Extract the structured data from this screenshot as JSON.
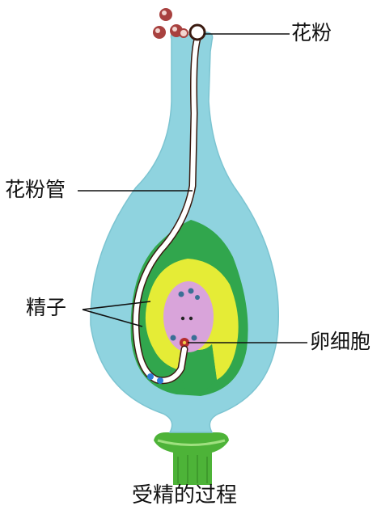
{
  "labels": {
    "pollen": "花粉",
    "pollen_tube": "花粉管",
    "sperm": "精子",
    "egg_cell": "卵细胞"
  },
  "caption": "受精的过程",
  "colors": {
    "pistil": "#8fd3df",
    "ovary_wall": "#31a64d",
    "ovule": "#e5ec36",
    "embryo_sac": "#d9a4da",
    "receptacle": "#4db338",
    "pollen_tube": "#ffffff",
    "pollen_grain": "#a8413f"
  }
}
